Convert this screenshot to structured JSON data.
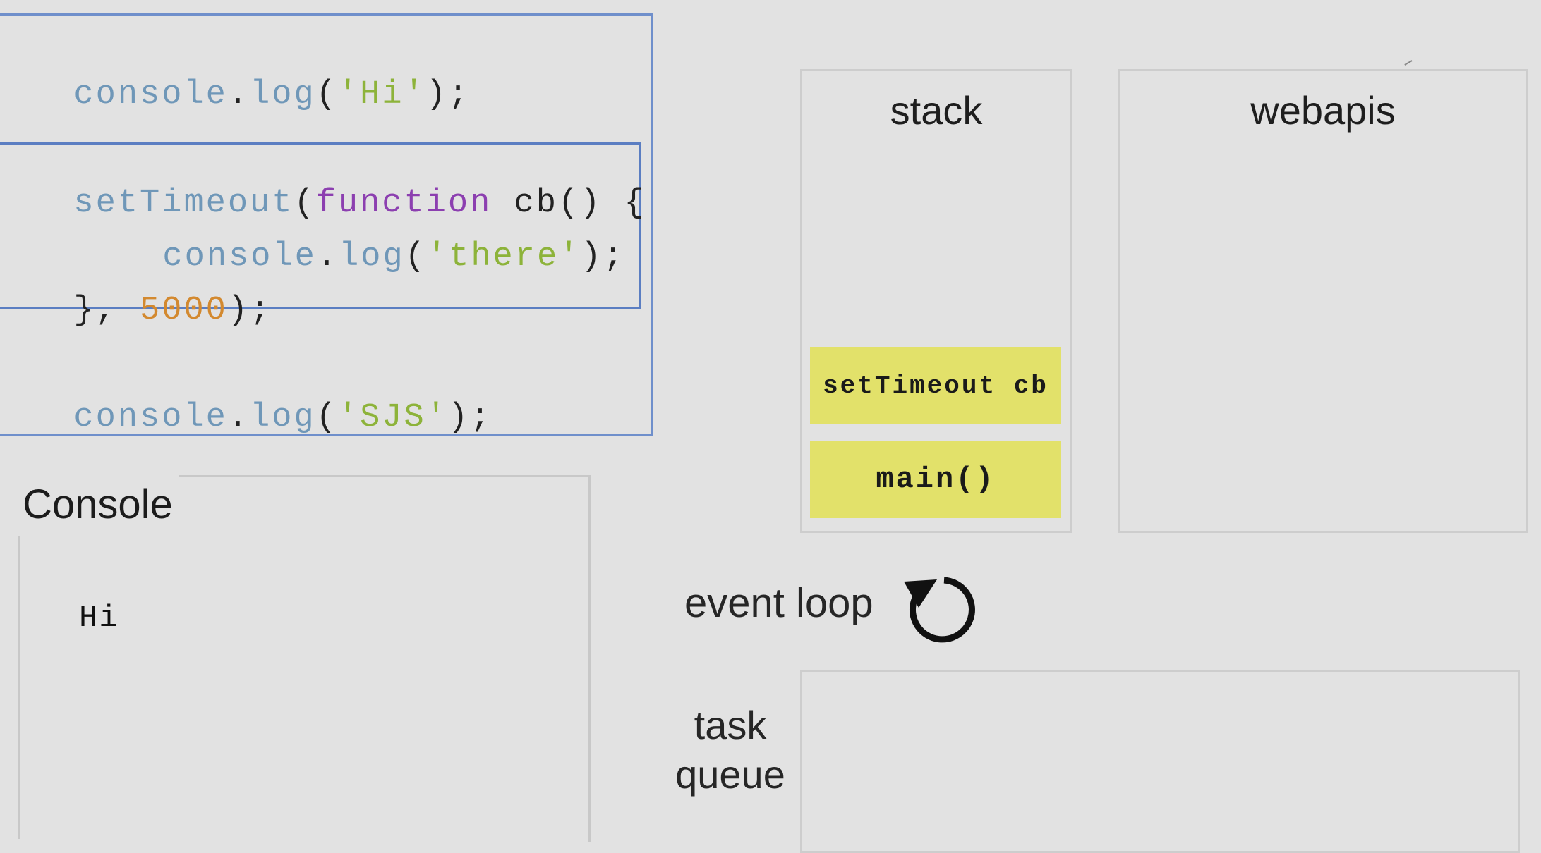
{
  "code": {
    "line1": [
      "console",
      ".",
      "log",
      "(",
      "'Hi'",
      ");"
    ],
    "line2": [
      "setTimeout",
      "(",
      "function",
      " cb() {"
    ],
    "line3": [
      "console",
      ".",
      "log",
      "(",
      "'there'",
      ");"
    ],
    "line4": [
      "}, ",
      "5000",
      ");"
    ],
    "line5": [
      "console",
      ".",
      "log",
      "(",
      "'SJS'",
      ");"
    ]
  },
  "console": {
    "title": "Console",
    "output": [
      "Hi"
    ]
  },
  "stack": {
    "title": "stack",
    "frames": [
      "setTimeout cb",
      "main()"
    ]
  },
  "webapis": {
    "title": "webapis"
  },
  "event_loop": {
    "label": "event loop",
    "icon": "circular-arrow-icon"
  },
  "task_queue": {
    "label_line1": "task",
    "label_line2": "queue"
  },
  "colors": {
    "background": "#e2e2e2",
    "code_border": "#6f8fcb",
    "stack_frame": "#e2e16a",
    "identifier": "#6f97b8",
    "string": "#8db33a",
    "keyword": "#8c3fb0",
    "number": "#d3892f"
  }
}
